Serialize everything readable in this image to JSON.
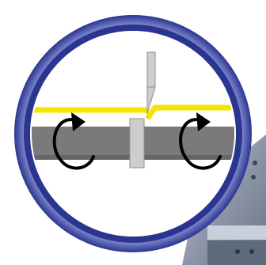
{
  "diagram": {
    "kind": "roller-cutting-detail",
    "colors": {
      "ring_outer": "#2a3590",
      "ring_inner_glow": "#c8ccf2",
      "roller": "#7a7a7a",
      "roller_shadow": "#5e5e5e",
      "foil": "#f5e400",
      "blade": "#cdcdcd",
      "arrow": "#000000",
      "machine_bg": "#9aa3b3"
    },
    "icons": [
      "rotation-arrow-left",
      "rotation-arrow-right",
      "cutting-blade"
    ]
  }
}
